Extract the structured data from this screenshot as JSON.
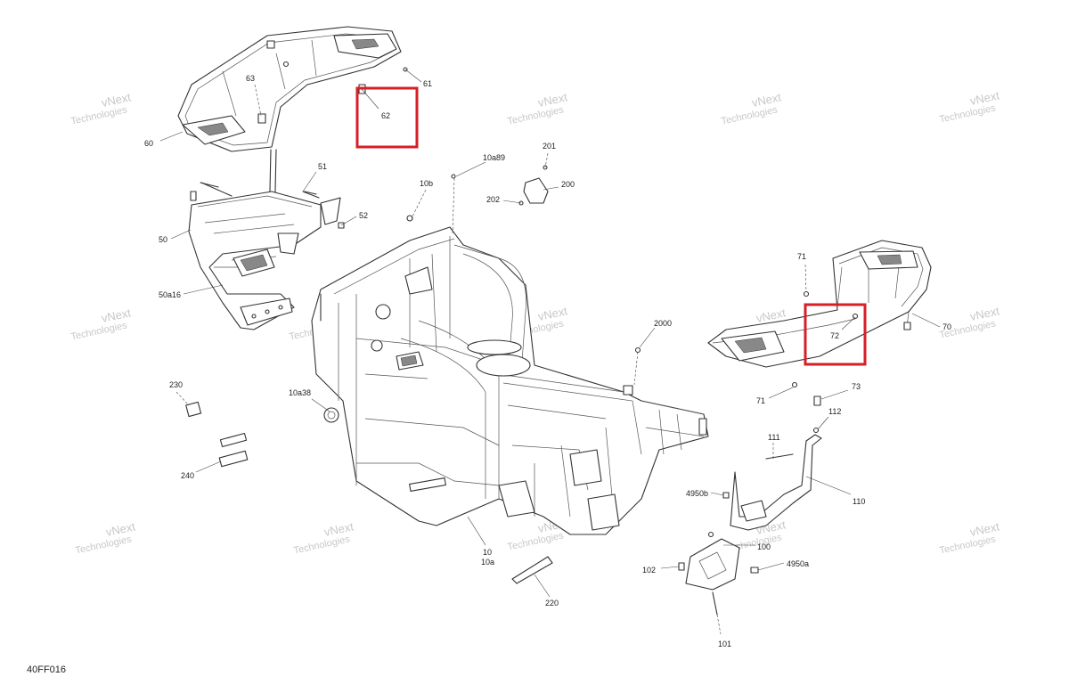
{
  "figure_ref": "40FF016",
  "watermark": {
    "line1": "vNext",
    "line2": "Technologies"
  },
  "highlight_color": "#d61f26",
  "callouts": {
    "c61": "61",
    "c62": "62",
    "c63": "63",
    "c60": "60",
    "c51": "51",
    "c52": "52",
    "c50": "50",
    "c50a16": "50a16",
    "c10b": "10b",
    "c10a89": "10a89",
    "c201": "201",
    "c200": "200",
    "c202": "202",
    "c2000": "2000",
    "c71a": "71",
    "c72": "72",
    "c70": "70",
    "c71b": "71",
    "c73": "73",
    "c112": "112",
    "c111": "111",
    "c110": "110",
    "c4950b": "4950b",
    "c100": "100",
    "c4950a": "4950a",
    "c102": "102",
    "c101": "101",
    "c220": "220",
    "c10": "10",
    "c10a": "10a",
    "c10a38": "10a38",
    "c230": "230",
    "c240": "240"
  }
}
